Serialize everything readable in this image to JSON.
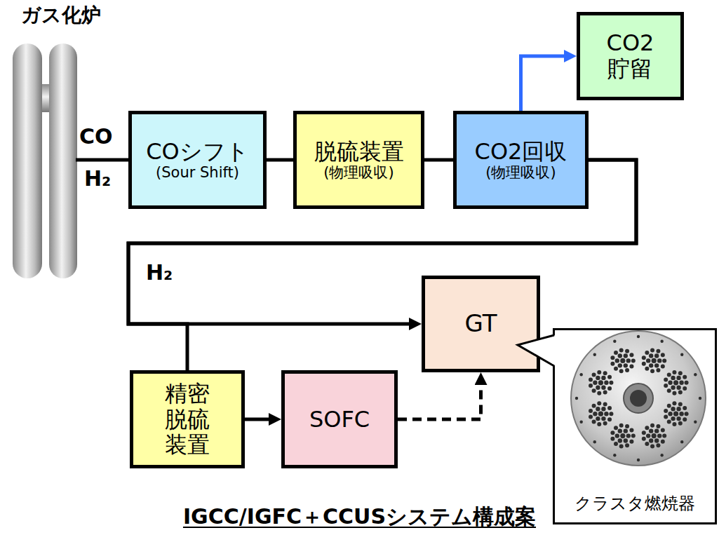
{
  "diagram": {
    "title": "IGCC/IGFC＋CCUSシステム構成案",
    "nodes": [
      {
        "text": [
          "COシフト",
          "(Sour Shift)"
        ]
      },
      {
        "text": [
          "脱硫装置",
          "(物理吸収)"
        ]
      },
      {
        "text": [
          "CO2回収",
          "(物理吸収)"
        ]
      },
      {
        "text": [
          "CO2 貯留"
        ]
      },
      {
        "text": [
          "GT"
        ]
      },
      {
        "text": [
          "精密 脱硫 装置"
        ]
      },
      {
        "text": [
          "SOFC"
        ]
      },
      {
        "text": [
          "クラスタ燃焼器"
        ]
      }
    ],
    "edges": [
      {
        "from": 0,
        "to": 1,
        "arrow": "none"
      },
      {
        "from": 1,
        "to": 2,
        "arrow": "none"
      },
      {
        "from": 2,
        "to": 3,
        "arrow": "to"
      },
      {
        "from": 2,
        "to": 4,
        "arrow": "to"
      },
      {
        "from": 2,
        "to": 5,
        "arrow": "none"
      },
      {
        "from": 5,
        "to": 6,
        "arrow": "to"
      },
      {
        "from": 6,
        "to": 4,
        "arrow": "to"
      }
    ],
    "labels": [
      "ガス化炉",
      "CO",
      "H₂",
      "H₂"
    ]
  }
}
